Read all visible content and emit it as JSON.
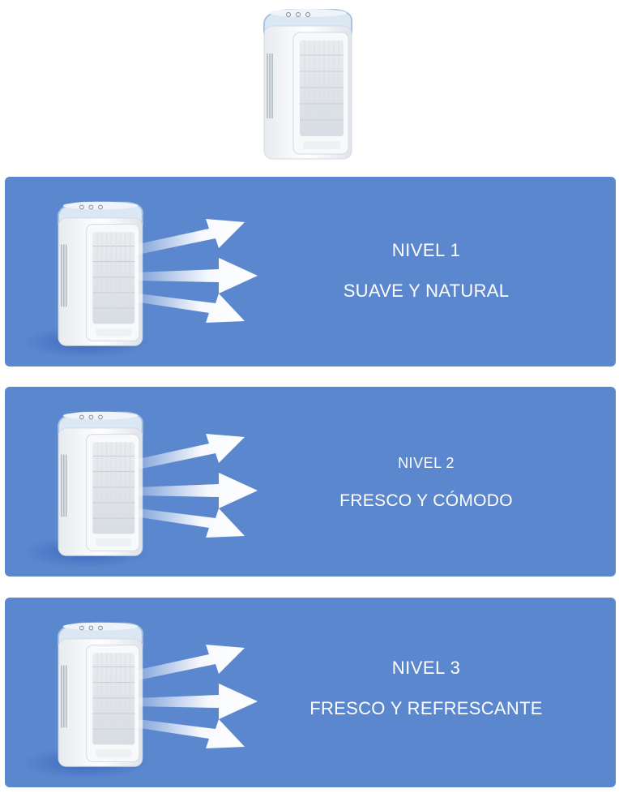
{
  "levels": [
    {
      "title": "NIVEL 1",
      "description": "SUAVE Y NATURAL"
    },
    {
      "title": "NIVEL 2",
      "description": "FRESCO Y CÓMODO"
    },
    {
      "title": "NIVEL 3",
      "description": "FRESCO Y REFRESCANTE"
    }
  ],
  "colors": {
    "panel": "#5b87cf",
    "text": "#ffffff",
    "device_body": "#f4f6f8",
    "device_trim": "#a9c3de"
  }
}
